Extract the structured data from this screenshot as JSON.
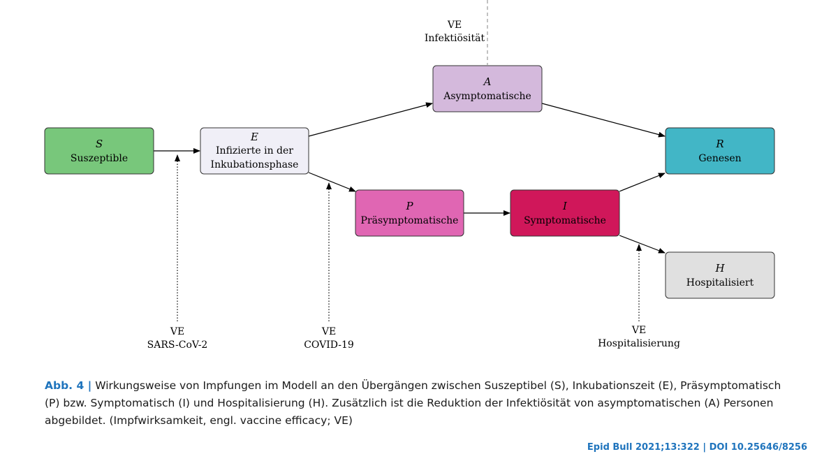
{
  "nodes": {
    "S": {
      "letter": "S",
      "lines": [
        "Suszeptible"
      ],
      "color": "#78c77b"
    },
    "E": {
      "letter": "E",
      "lines": [
        "Infizierte in der",
        "Inkubationsphase"
      ],
      "color": "#f0eff7"
    },
    "A": {
      "letter": "A",
      "lines": [
        "Asymptomatische"
      ],
      "color": "#d4b9dc"
    },
    "P": {
      "letter": "P",
      "lines": [
        "Präsymptomatische"
      ],
      "color": "#e066b3"
    },
    "I": {
      "letter": "I",
      "lines": [
        "Symptomatische"
      ],
      "color": "#d0175a"
    },
    "R": {
      "letter": "R",
      "lines": [
        "Genesen"
      ],
      "color": "#42b6c6"
    },
    "H": {
      "letter": "H",
      "lines": [
        "Hospitalisiert"
      ],
      "color": "#e0e0e0"
    }
  },
  "ve_labels": {
    "infectiousness": [
      "VE",
      "Infektiösität"
    ],
    "sars": [
      "VE",
      "SARS-CoV-2"
    ],
    "covid": [
      "VE",
      "COVID-19"
    ],
    "hosp": [
      "VE",
      "Hospitalisierung"
    ]
  },
  "caption": {
    "figure_label": "Abb. 4 |",
    "text": "Wirkungsweise von Impfungen im Modell an den Übergängen zwischen Suszeptibel (S), Inkubationszeit (E), Präsymptomatisch (P) bzw. Symptomatisch (I) und Hospitalisierung (H). Zusätzlich ist die Reduktion der Infektiösität von asymptomatischen (A) Personen abgebildet. (Impfwirksamkeit, engl. vaccine efficacy; VE)"
  },
  "footer": "Epid Bull 2021;13:322 | DOI 10.25646/8256"
}
